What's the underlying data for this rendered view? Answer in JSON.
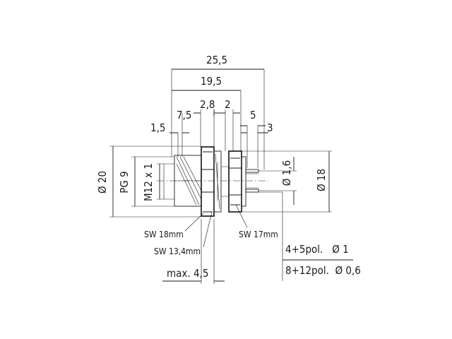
{
  "dimensions": {
    "overall_length": "25,5",
    "length_to_flange": "19,5",
    "nut_thickness": "2,8",
    "gap": "2",
    "offset_left": "7,5",
    "thread_start": "1,5",
    "pin_length": "5",
    "pin_protrusion": "3",
    "max_thickness": "max. 4,5"
  },
  "diameters": {
    "outer": "Ø 20",
    "pg_thread": "PG 9",
    "m_thread": "M12 x 1",
    "pin_pitch": "Ø 1,6",
    "flange": "Ø 18"
  },
  "wrench_sizes": {
    "nut_18": "SW 18mm",
    "nut_13": "SW 13,4mm",
    "flange_17": "SW 17mm"
  },
  "pin_table": {
    "row1": "4+5pol.   Ø 1",
    "row2": "8+12pol.  Ø 0,6"
  }
}
